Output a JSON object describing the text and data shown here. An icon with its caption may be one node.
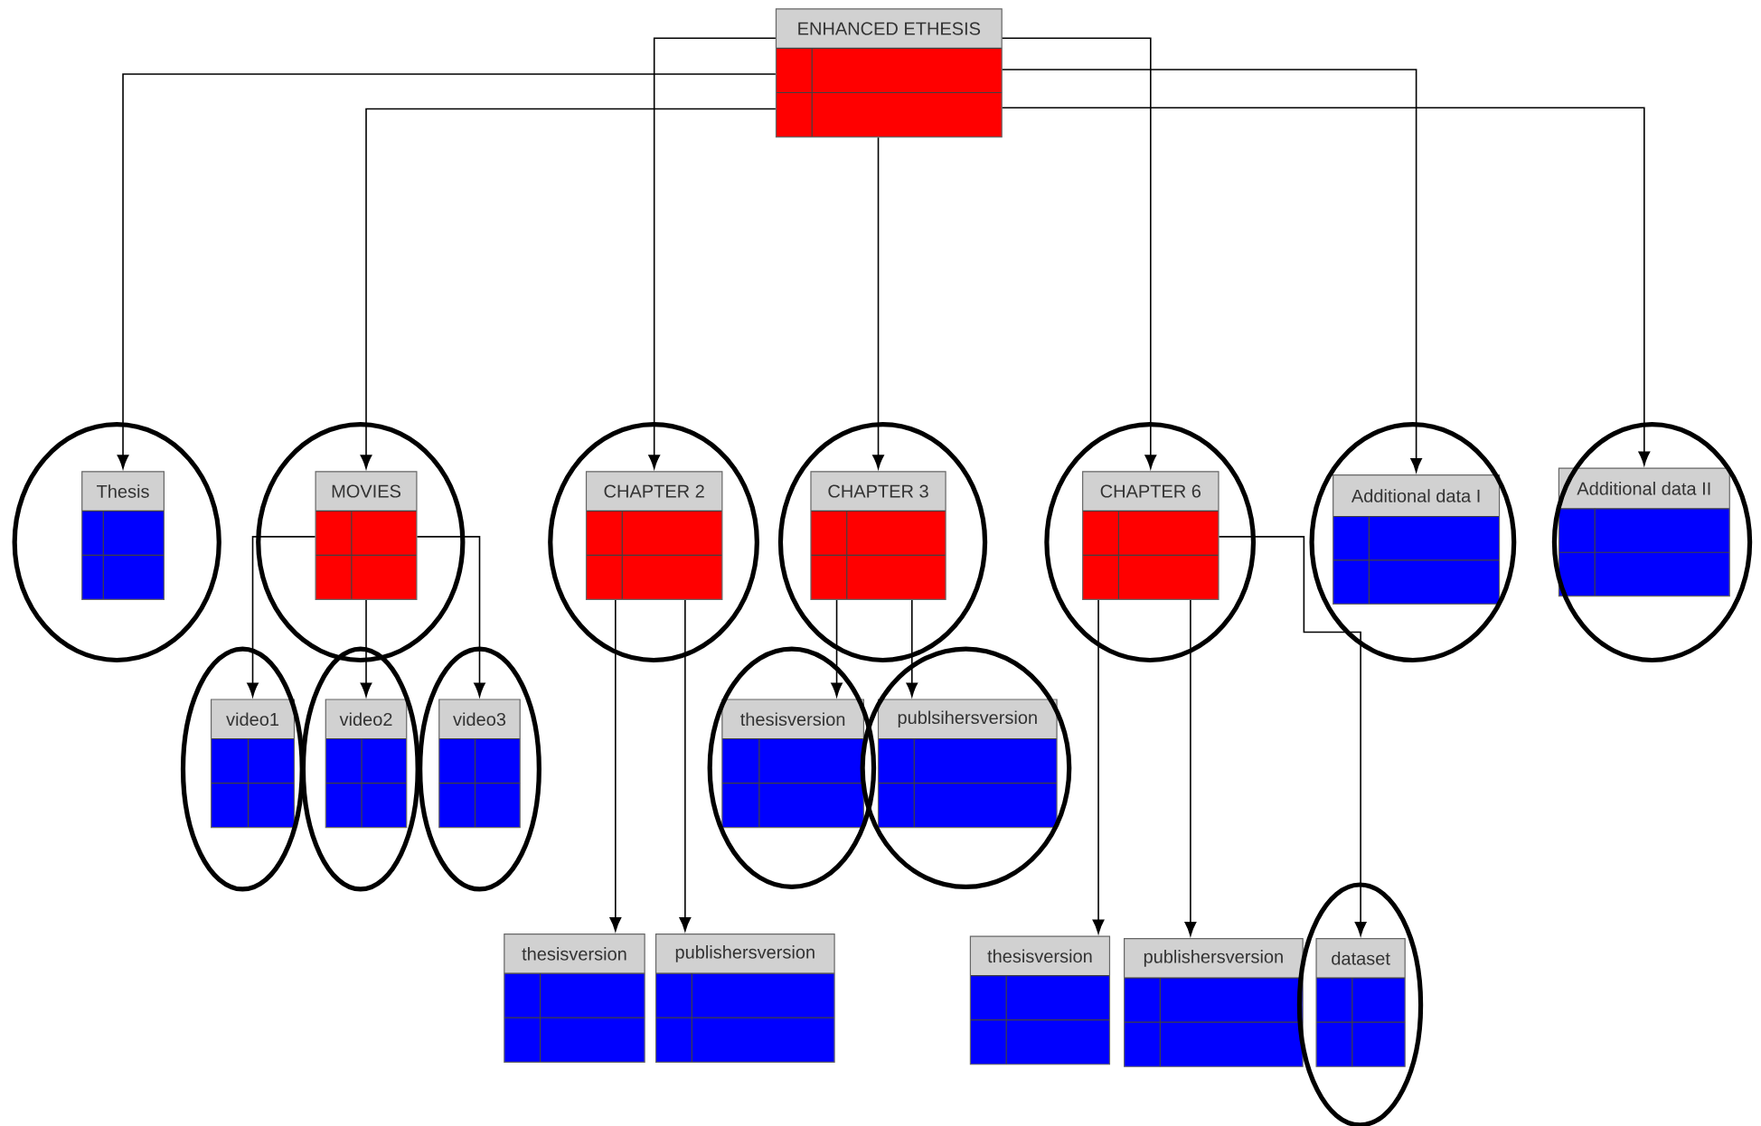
{
  "diagram": {
    "nodes": [
      {
        "text": [
          "ENHANCED ETHESIS"
        ]
      },
      {
        "text": [],
        "shape": "circle"
      },
      {
        "text": [
          "Thesis"
        ],
        "in": 1
      },
      {
        "text": [],
        "shape": "circle"
      },
      {
        "text": [
          "MOVIES"
        ],
        "in": 3
      },
      {
        "text": [],
        "shape": "circle"
      },
      {
        "text": [
          "CHAPTER 2"
        ],
        "in": 5
      },
      {
        "text": [],
        "shape": "circle"
      },
      {
        "text": [
          "CHAPTER 3"
        ],
        "in": 7
      },
      {
        "text": [],
        "shape": "circle"
      },
      {
        "text": [
          "CHAPTER 6"
        ],
        "in": 9
      },
      {
        "text": [],
        "shape": "circle"
      },
      {
        "text": [
          "Additional data I"
        ],
        "in": 11
      },
      {
        "text": [],
        "shape": "circle"
      },
      {
        "text": [
          "Additional data II"
        ],
        "in": 13
      },
      {
        "text": [],
        "shape": "circle"
      },
      {
        "text": [
          "video1"
        ],
        "in": 15
      },
      {
        "text": [],
        "shape": "circle"
      },
      {
        "text": [
          "video2"
        ],
        "in": 17
      },
      {
        "text": [],
        "shape": "circle"
      },
      {
        "text": [
          "video3"
        ],
        "in": 19
      },
      {
        "text": [],
        "shape": "circle"
      },
      {
        "text": [
          "thesisversion"
        ],
        "in": 21
      },
      {
        "text": [],
        "shape": "circle"
      },
      {
        "text": [
          "publsihersversion"
        ],
        "in": 23
      },
      {
        "text": [
          "thesisversion"
        ]
      },
      {
        "text": [
          "publishersversion"
        ]
      },
      {
        "text": [
          "thesisversion"
        ]
      },
      {
        "text": [
          "publishersversion"
        ]
      },
      {
        "text": [],
        "shape": "circle"
      },
      {
        "text": [
          "dataset"
        ],
        "in": 29
      }
    ],
    "edges": [
      {
        "from": 0,
        "to": 2,
        "arrow": "to"
      },
      {
        "from": 0,
        "to": 4,
        "arrow": "to"
      },
      {
        "from": 0,
        "to": 6,
        "arrow": "to"
      },
      {
        "from": 0,
        "to": 8,
        "arrow": "to"
      },
      {
        "from": 0,
        "to": 10,
        "arrow": "to"
      },
      {
        "from": 0,
        "to": 12,
        "arrow": "to"
      },
      {
        "from": 0,
        "to": 14,
        "arrow": "to"
      },
      {
        "from": 4,
        "to": 16,
        "arrow": "to"
      },
      {
        "from": 4,
        "to": 18,
        "arrow": "to"
      },
      {
        "from": 4,
        "to": 20,
        "arrow": "to"
      },
      {
        "from": 6,
        "to": 25,
        "arrow": "to"
      },
      {
        "from": 6,
        "to": 26,
        "arrow": "to"
      },
      {
        "from": 8,
        "to": 22,
        "arrow": "to"
      },
      {
        "from": 8,
        "to": 24,
        "arrow": "to"
      },
      {
        "from": 10,
        "to": 27,
        "arrow": "to"
      },
      {
        "from": 10,
        "to": 28,
        "arrow": "to"
      },
      {
        "from": 10,
        "to": 30,
        "arrow": "to"
      }
    ]
  }
}
